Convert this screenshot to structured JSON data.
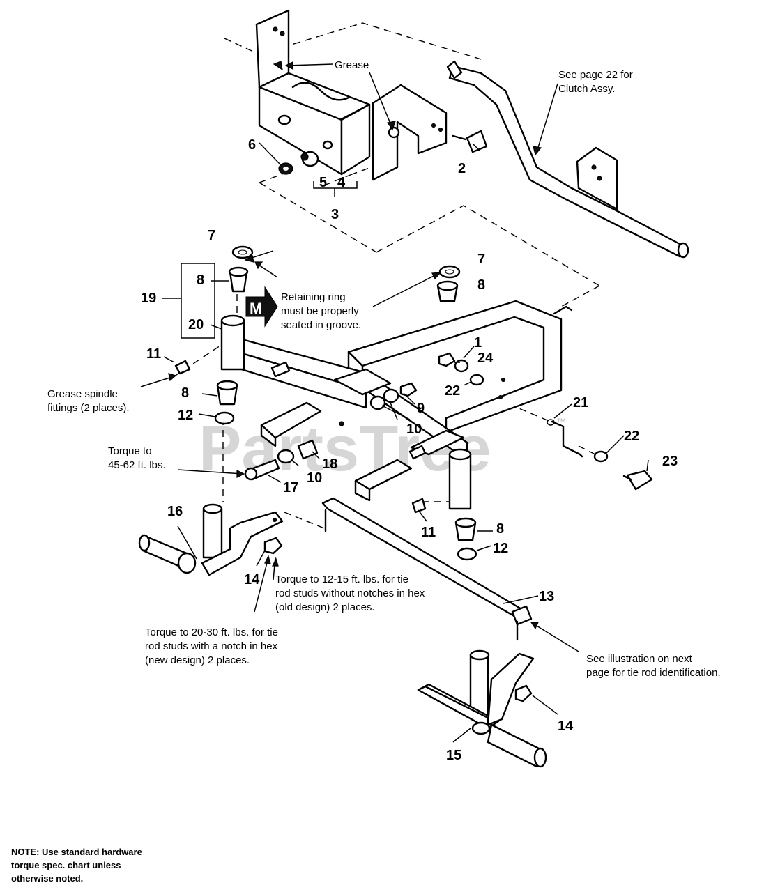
{
  "watermark": "PartsTree",
  "watermark_mark": "™",
  "badge_letter": "M",
  "callouts": {
    "grease": "Grease",
    "see_page_1": "See page 22 for",
    "see_page_2": "Clutch Assy.",
    "retaining_1": "Retaining ring",
    "retaining_2": "must be properly",
    "retaining_3": "seated in groove.",
    "grease_spindle_1": "Grease spindle",
    "grease_spindle_2": "fittings (2 places).",
    "torque_a_1": "Torque to",
    "torque_a_2": "45-62 ft. lbs.",
    "torque_b_1": "Torque to 12-15 ft. lbs. for tie",
    "torque_b_2": "rod studs without notches in hex",
    "torque_b_3": "(old design) 2 places.",
    "torque_c_1": "Torque to 20-30 ft. lbs. for tie",
    "torque_c_2": "rod studs with a notch in hex",
    "torque_c_3": "(new design) 2 places.",
    "see_illus_1": "See illustration on next",
    "see_illus_2": "page for tie rod identification."
  },
  "part_numbers": {
    "n1": "1",
    "n2": "2",
    "n3": "3",
    "n4": "4",
    "n5": "5",
    "n6": "6",
    "n7a": "7",
    "n7b": "7",
    "n8a": "8",
    "n8b": "8",
    "n8c": "8",
    "n8d": "8",
    "n9": "9",
    "n10a": "10",
    "n10b": "10",
    "n11a": "11",
    "n11b": "11",
    "n12a": "12",
    "n12b": "12",
    "n13": "13",
    "n14a": "14",
    "n14b": "14",
    "n15": "15",
    "n16": "16",
    "n17": "17",
    "n18": "18",
    "n19": "19",
    "n20": "20",
    "n21": "21",
    "n22a": "22",
    "n22b": "22",
    "n23": "23",
    "n24": "24"
  },
  "note": {
    "line1": "NOTE: Use standard hardware",
    "line2": "torque spec. chart unless",
    "line3": "otherwise noted."
  }
}
